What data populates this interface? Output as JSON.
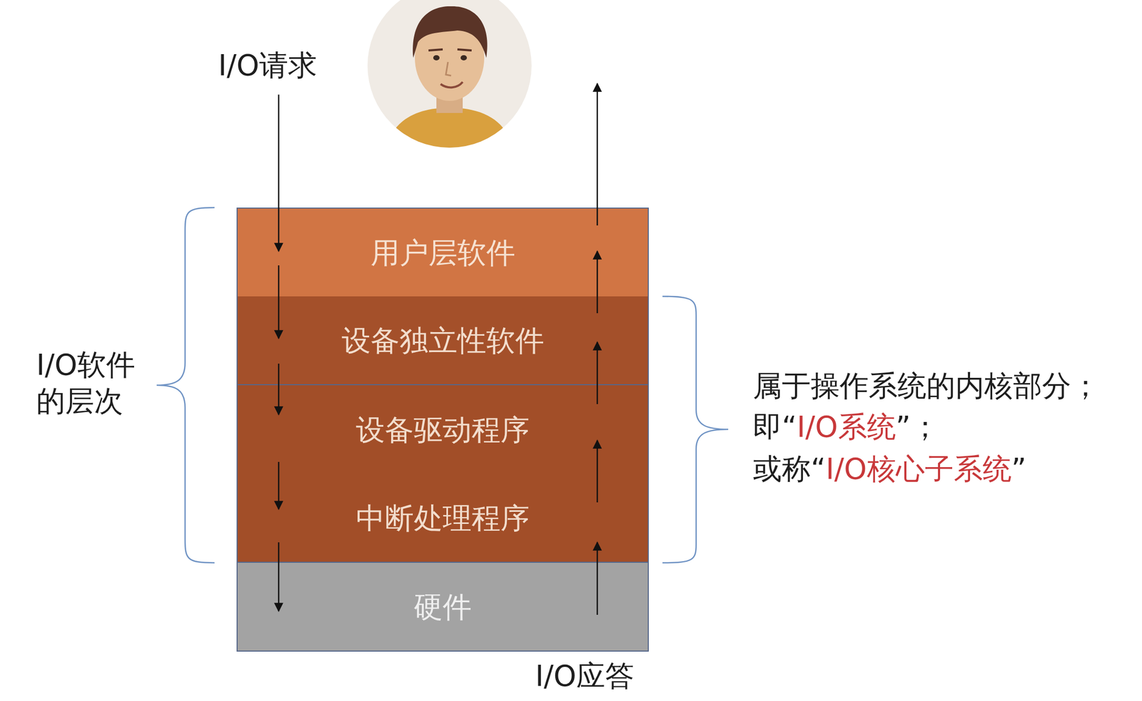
{
  "diagram": {
    "nodes": [
      {
        "text": [
          "用户层软件"
        ]
      },
      {
        "text": [
          "设备独立性软件"
        ]
      },
      {
        "text": [
          "设备驱动程序"
        ]
      },
      {
        "text": [
          "中断处理程序"
        ]
      },
      {
        "text": [
          "硬件"
        ]
      }
    ],
    "labels": [
      "I/O请求",
      "I/O软件 的层次",
      "属于操作系统的内核部分；",
      "即“",
      "I/O系统",
      "”；",
      "或称“",
      "I/O核心子系统",
      "”",
      "I/O应答"
    ]
  }
}
